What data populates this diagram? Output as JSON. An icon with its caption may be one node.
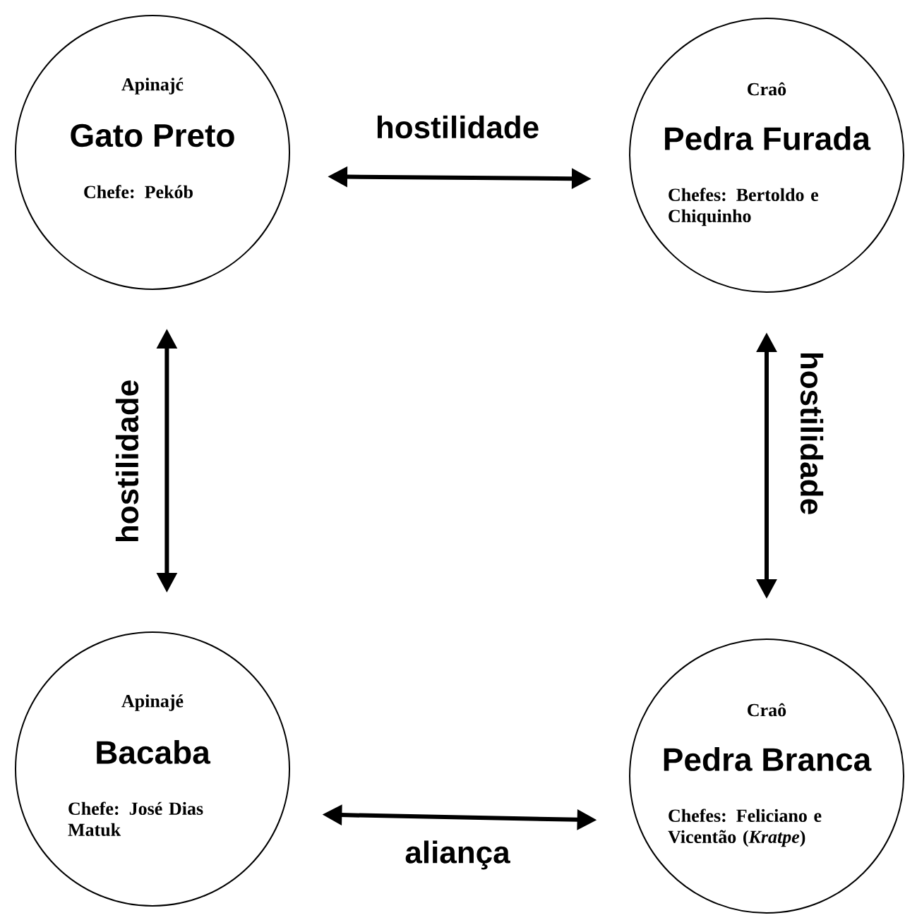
{
  "diagram": {
    "nodes": [
      {
        "text": [
          "Apinajć",
          "Gato Preto",
          "Chefe: Pekób"
        ]
      },
      {
        "text": [
          "Craô",
          "Pedra Furada",
          "Chefes: Bertoldo e Chiquinho"
        ]
      },
      {
        "text": [
          "Apinajé",
          "Bacaba",
          "Chefe: José Dias Matuk"
        ]
      },
      {
        "text": [
          "Craô",
          "Pedra Branca",
          "Chefes: Feliciano e Vicentão (*Kratpe*)"
        ]
      }
    ],
    "edges": [
      {
        "from": 0,
        "to": 1,
        "arrow": "both",
        "label": "hostilidade"
      },
      {
        "from": 0,
        "to": 2,
        "arrow": "both",
        "label": "hostilidade"
      },
      {
        "from": 1,
        "to": 3,
        "arrow": "both",
        "label": "hostilidade"
      },
      {
        "from": 2,
        "to": 3,
        "arrow": "both",
        "label": "aliança"
      }
    ]
  }
}
